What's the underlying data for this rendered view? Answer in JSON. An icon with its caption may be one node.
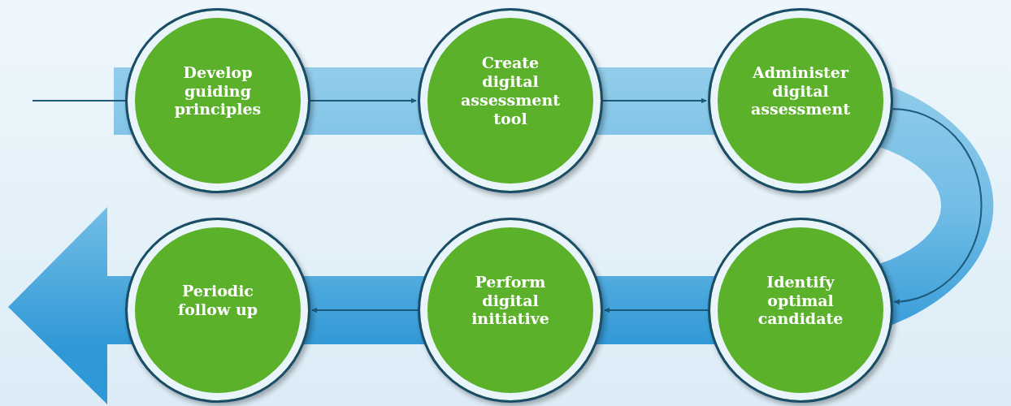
{
  "diagram": {
    "nodes": [
      {
        "text": [
          "Develop guiding principles"
        ]
      },
      {
        "text": [
          "Create digital assessment tool"
        ]
      },
      {
        "text": [
          "Administer digital assessment"
        ]
      },
      {
        "text": [
          "Identify optimal candidate"
        ]
      },
      {
        "text": [
          "Perform digital initiative"
        ]
      },
      {
        "text": [
          "Periodic follow up"
        ]
      }
    ],
    "edges": [
      {
        "from": null,
        "to": 0,
        "arrow": "none"
      },
      {
        "from": 0,
        "to": 1,
        "arrow": "to"
      },
      {
        "from": 1,
        "to": 2,
        "arrow": "to"
      },
      {
        "from": 2,
        "to": 3,
        "arrow": "to"
      },
      {
        "from": 3,
        "to": 4,
        "arrow": "to"
      },
      {
        "from": 4,
        "to": 5,
        "arrow": "to"
      }
    ]
  }
}
